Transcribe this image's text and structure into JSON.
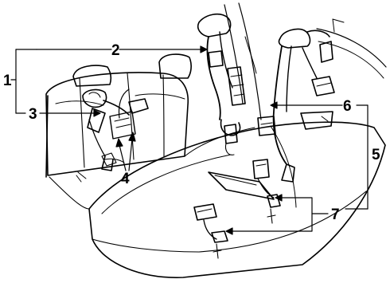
{
  "diagram": {
    "callouts": [
      {
        "id": "1",
        "label": "1"
      },
      {
        "id": "2",
        "label": "2"
      },
      {
        "id": "3",
        "label": "3"
      },
      {
        "id": "4",
        "label": "4"
      },
      {
        "id": "5",
        "label": "5"
      },
      {
        "id": "6",
        "label": "6"
      },
      {
        "id": "7",
        "label": "7"
      }
    ],
    "colors": {
      "ink": "#000000",
      "background": "#ffffff"
    }
  }
}
